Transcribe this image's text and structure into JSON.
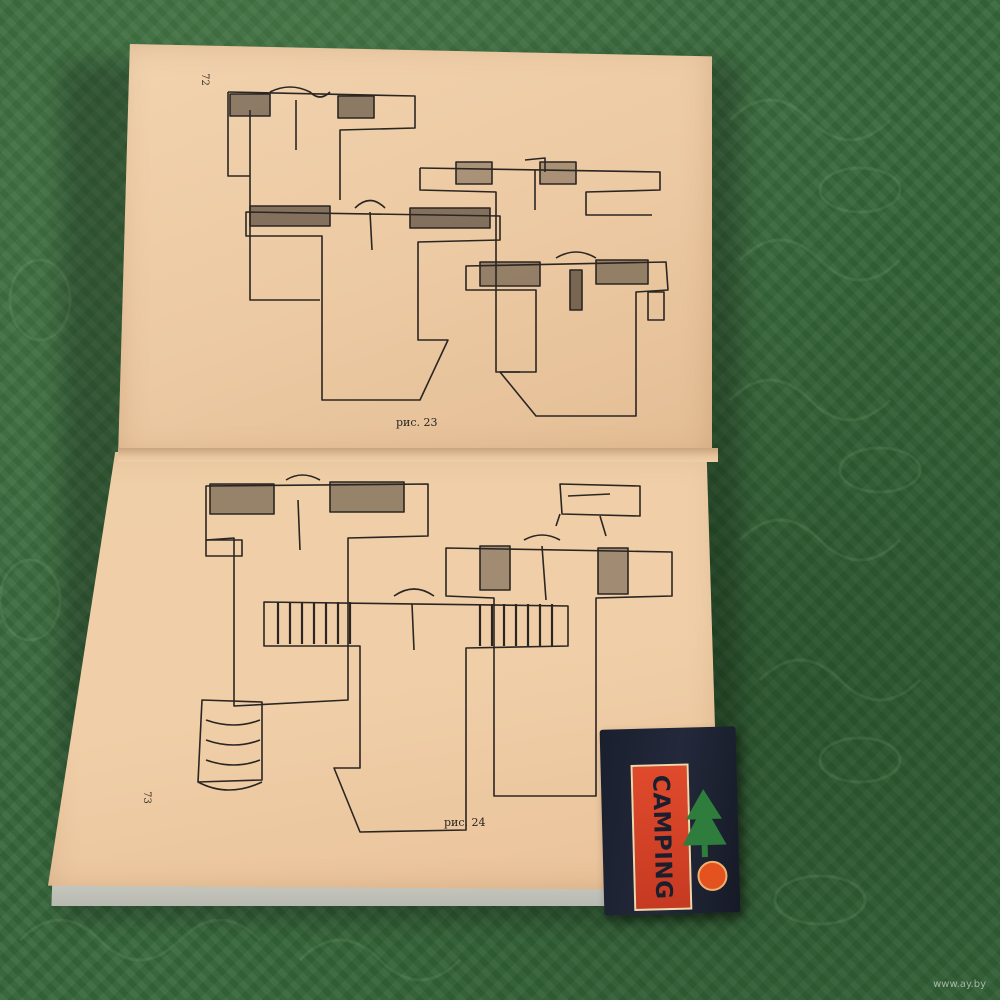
{
  "book": {
    "top_page": {
      "caption": "рис. 23",
      "page_number": "72"
    },
    "bottom_page": {
      "caption": "рис. 24",
      "page_number": "73"
    }
  },
  "matchbox": {
    "brand": "CAMPING"
  },
  "watermark": "www.ay.by",
  "colors": {
    "tablecloth": "#36663a",
    "paper": "#efcfa7",
    "matchbox": "#1a1f2e",
    "label": "#d8432a"
  }
}
